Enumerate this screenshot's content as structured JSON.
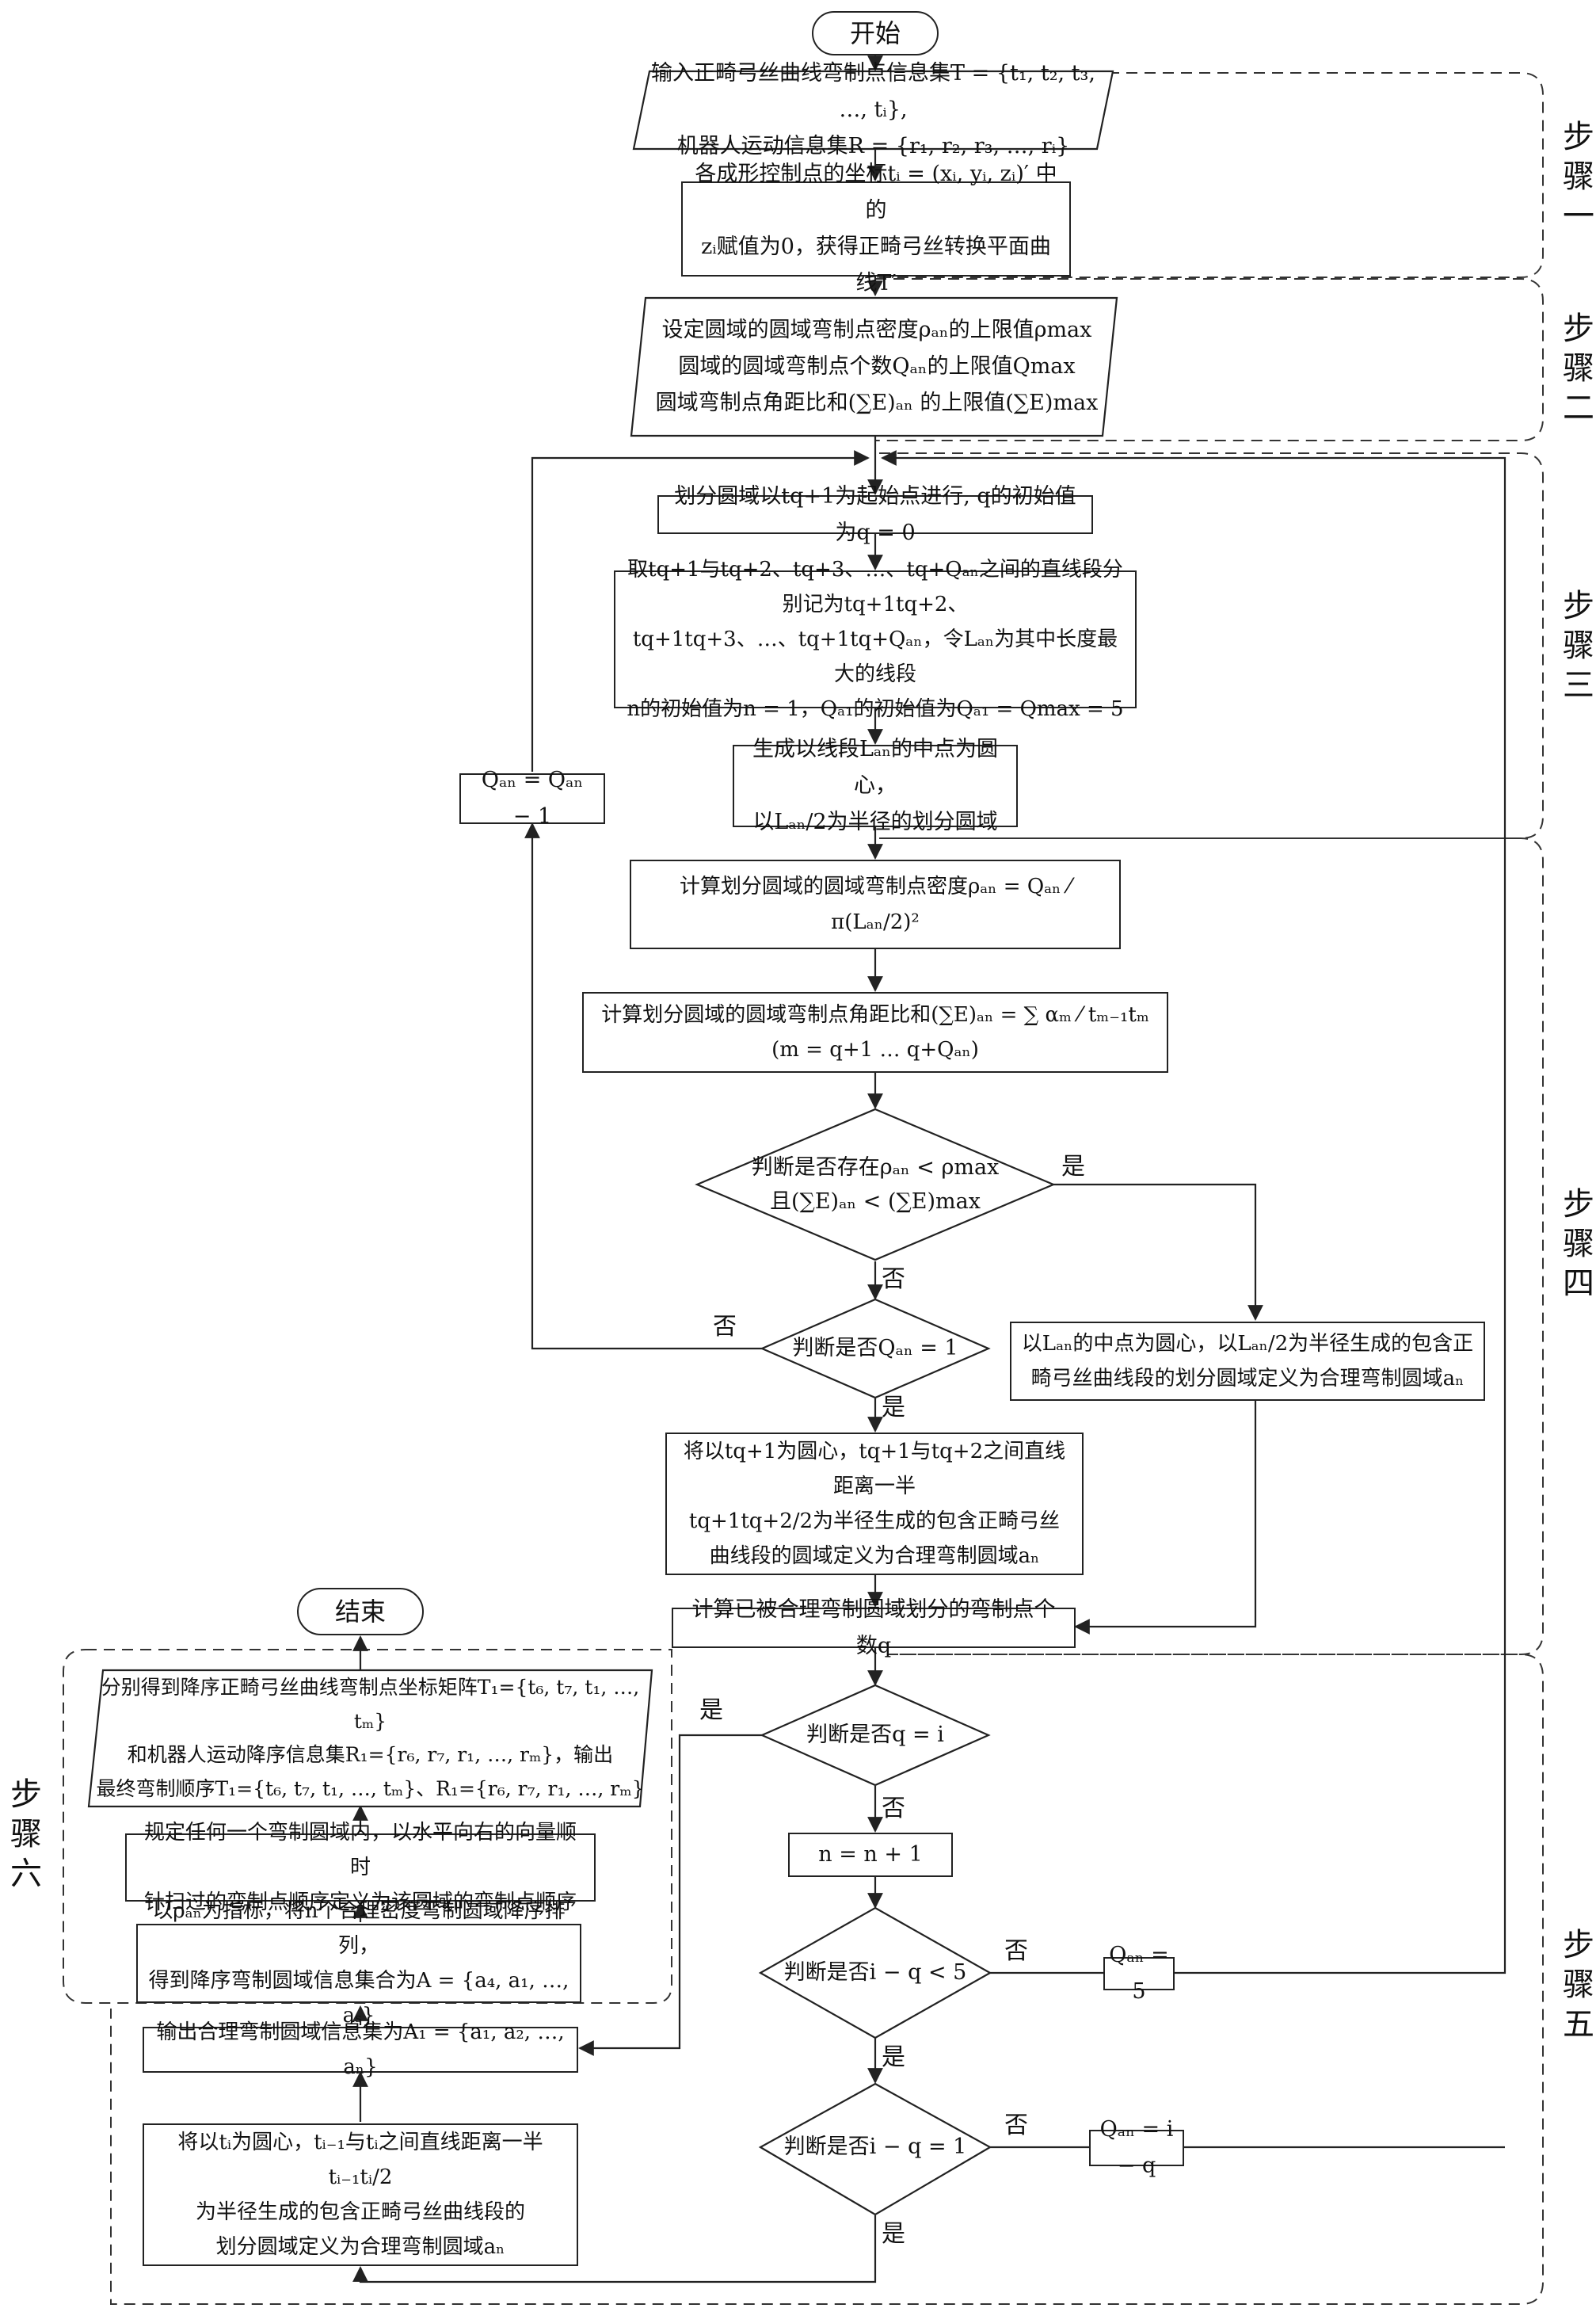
{
  "nodes": {
    "start": "开始",
    "input_t": [
      "输入正畸弓丝曲线弯制点信息集T = {t₁, t₂, t₃, …, tᵢ},",
      "机器人运动信息集R = {r₁, r₂, r₃, …, rᵢ}"
    ],
    "z_assign": [
      "各成形控制点的坐标tᵢ = (xᵢ, yᵢ, zᵢ)′ 中的",
      "zᵢ赋值为0，获得正畸弓丝转换平面曲线T′"
    ],
    "set_limits": [
      "设定圆域的圆域弯制点密度ρₐₙ的上限值ρmax",
      "圆域的圆域弯制点个数Qₐₙ的上限值Qmax",
      "圆域弯制点角距比和(∑E)ₐₙ 的上限值(∑E)max"
    ],
    "divide_start": "划分圆域以tq+1为起始点进行, q的初始值为q = 0",
    "segments": [
      "取tq+1与tq+2、tq+3、…、tq+Qₐₙ之间的直线段分别记为tq+1tq+2、",
      "tq+1tq+3、…、tq+1tq+Qₐₙ，令Lₐₙ为其中长度最大的线段",
      "n的初始值为n = 1，Qₐ₁的初始值为Qₐ₁ = Qmax = 5"
    ],
    "gen_circle": [
      "生成以线段Lₐₙ的中点为圆心，",
      "以Lₐₙ/2为半径的划分圆域"
    ],
    "q_dec": "Qₐₙ = Qₐₙ − 1",
    "calc_density": "计算划分圆域的圆域弯制点密度ρₐₙ = Qₐₙ ⁄ π(Lₐₙ/2)²",
    "calc_ratio": "计算划分圆域的圆域弯制点角距比和(∑E)ₐₙ = ∑ αₘ ⁄ tₘ₋₁tₘ (m = q+1 … q+Qₐₙ)",
    "judge_exist": [
      "判断是否存在ρₐₙ < ρmax",
      "且(∑E)ₐₙ < (∑E)max"
    ],
    "judge_q1": "判断是否Qₐₙ = 1",
    "yes_define": [
      "以Lₐₙ的中点为圆心，以Lₐₙ/2为半径生成的包含正",
      "畸弓丝曲线段的划分圆域定义为合理弯制圆域aₙ"
    ],
    "q1_define": [
      "将以tq+1为圆心，tq+1与tq+2之间直线距离一半",
      "tq+1tq+2/2为半径生成的包含正畸弓丝",
      "曲线段的圆域定义为合理弯制圆域aₙ"
    ],
    "count_q": "计算已被合理弯制圆域划分的弯制点个数q",
    "judge_qi": "判断是否q = i",
    "n_inc": "n = n + 1",
    "judge_lt5": "判断是否i − q < 5",
    "q_eq5": "Qₐₙ = 5",
    "judge_eq1": "判断是否i − q = 1",
    "q_eqiq": "Qₐₙ = i − q",
    "last_define": [
      "将以tᵢ为圆心，tᵢ₋₁与tᵢ之间直线距离一半tᵢ₋₁tᵢ/2",
      "为半径生成的包含正畸弓丝曲线段的",
      "划分圆域定义为合理弯制圆域aₙ"
    ],
    "output_a": "输出合理弯制圆域信息集为A₁ = {a₁, a₂, …, aₙ}",
    "sort_desc": [
      "以ρₐₙ为指标，将n个合理密度弯制圆域降序排列，",
      "得到降序弯制圆域信息集合为A = {a₄, a₁, …, aₛ}"
    ],
    "rule_clockwise": [
      "规定任何一个弯制圆域内，以水平向右的向量顺时",
      "针扫过的弯制点顺序定义为该圆域的弯制点顺序"
    ],
    "final_output": [
      "分别得到降序正畸弓丝曲线弯制点坐标矩阵T₁={t₆, t₇, t₁, …, tₘ}",
      "和机器人运动降序信息集R₁={r₆, r₇, r₁, …, rₘ}，输出",
      "最终弯制顺序T₁={t₆, t₇, t₁, …, tₘ}、R₁={r₆, r₇, r₁, …, rₘ}"
    ],
    "end": "结束"
  },
  "labels": {
    "yes": "是",
    "no": "否"
  },
  "steps": [
    "步骤一",
    "步骤二",
    "步骤三",
    "步骤四",
    "步骤五",
    "步骤六"
  ],
  "colors": {
    "line": "#222222",
    "dashed": "#333333",
    "background": "#ffffff"
  }
}
